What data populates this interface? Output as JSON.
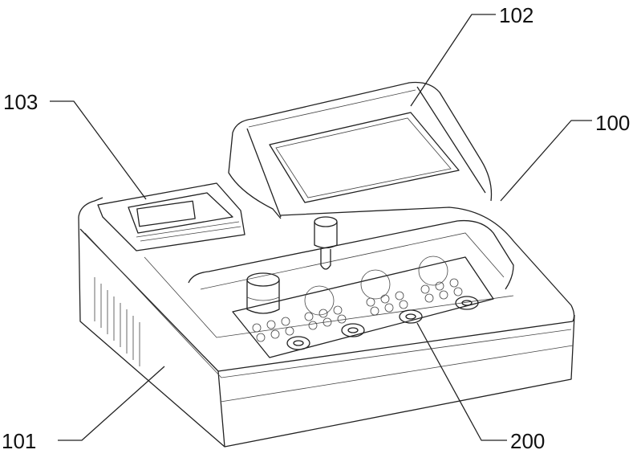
{
  "figure": {
    "labels": {
      "device": "100",
      "base": "101",
      "screen": "102",
      "printer": "103",
      "panel": "200"
    },
    "colors": {
      "stroke": "#222222",
      "background": "#ffffff"
    }
  }
}
